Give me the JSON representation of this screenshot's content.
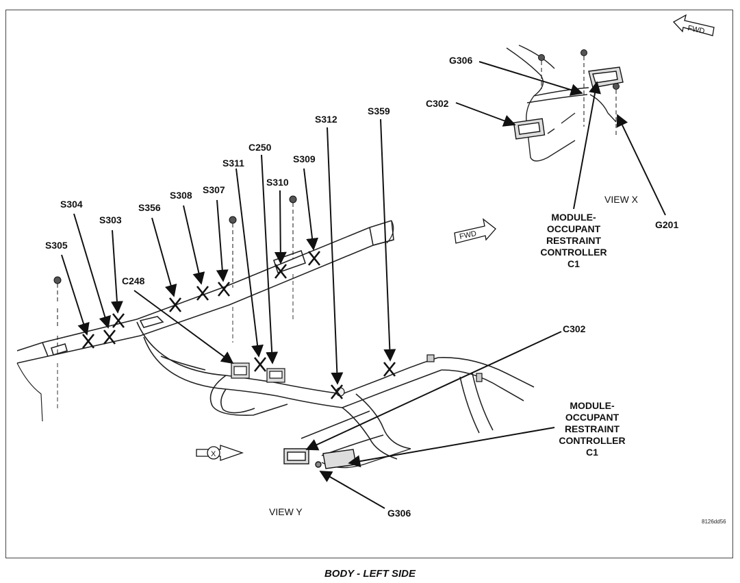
{
  "caption": "BODY - LEFT SIDE",
  "figure_id": "8126dd56",
  "views": {
    "view_x": "VIEW X",
    "view_y": "VIEW Y"
  },
  "arrows": {
    "fwd_label": "FWD",
    "x_label": "X"
  },
  "labels": {
    "s305": "S305",
    "s304": "S304",
    "s303": "S303",
    "s356": "S356",
    "s308": "S308",
    "s307": "S307",
    "s311": "S311",
    "c250": "C250",
    "s310": "S310",
    "s309": "S309",
    "s312": "S312",
    "s359": "S359",
    "c248": "C248",
    "g306_top": "G306",
    "c302_top": "C302",
    "g201": "G201",
    "c302_bottom": "C302",
    "g306_bottom": "G306"
  },
  "module_label_top": [
    "MODULE-",
    "OCCUPANT",
    "RESTRAINT",
    "CONTROLLER",
    "C1"
  ],
  "module_label_bottom": [
    "MODULE-",
    "OCCUPANT",
    "RESTRAINT",
    "CONTROLLER",
    "C1"
  ]
}
